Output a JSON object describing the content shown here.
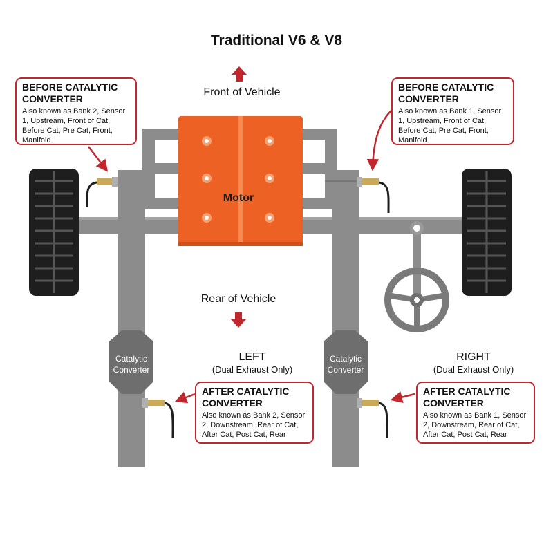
{
  "title": "Traditional V6 & V8",
  "front_label": "Front of Vehicle",
  "rear_label": "Rear of Vehicle",
  "motor_label": "Motor",
  "catalytic_converter_label": [
    "Catalytic",
    "Converter"
  ],
  "left": {
    "heading": "LEFT",
    "sub": "(Dual Exhaust Only)"
  },
  "right": {
    "heading": "RIGHT",
    "sub": "(Dual Exhaust Only)"
  },
  "callouts": {
    "before_left": {
      "heading": [
        "BEFORE CATALYTIC",
        "CONVERTER"
      ],
      "body": "Also known as Bank 2, Sensor 1, Upstream, Front of Cat, Before Cat, Pre Cat, Front, Manifold"
    },
    "before_right": {
      "heading": [
        "BEFORE CATALYTIC",
        "CONVERTER"
      ],
      "body": "Also known as Bank 1, Sensor 1, Upstream, Front of Cat, Before Cat, Pre Cat, Front, Manifold"
    },
    "after_left": {
      "heading": [
        "AFTER CATALYTIC",
        "CONVERTER"
      ],
      "body": "Also known as Bank 2, Sensor 2, Downstream, Rear of Cat, After Cat, Post Cat, Rear"
    },
    "after_right": {
      "heading": [
        "AFTER CATALYTIC",
        "CONVERTER"
      ],
      "body": "Also known as Bank 1, Sensor 2, Downstream, Rear of Cat, After Cat, Post Cat, Rear"
    }
  },
  "colors": {
    "pipe": "#8c8c8c",
    "pipe_dark": "#6e6e6e",
    "engine": "#ee6125",
    "accent_red": "#c1272d",
    "tire": "#1e1e1e",
    "sensor": "#c9a95a"
  }
}
